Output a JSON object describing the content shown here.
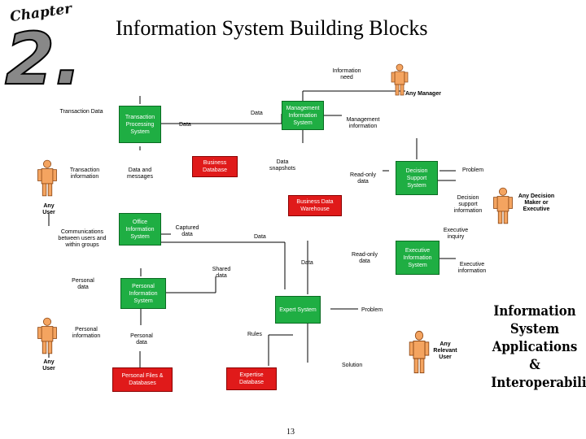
{
  "title": "Information System Building Blocks",
  "chapter_badge": {
    "word": "Chapter",
    "number": "2."
  },
  "page_number": "13",
  "apps_caption": [
    "Information",
    "System",
    "Applications &",
    "Interoperability"
  ],
  "colors": {
    "green_box": "#1fae43",
    "red_box": "#e01a1a",
    "line": "#000000",
    "person": "#f4a460"
  },
  "boxes": {
    "tps": "Transaction Processing System",
    "mis": "Management Information System",
    "business_db": "Business Database",
    "dss": "Decision Support System",
    "data_warehouse": "Business Data Warehouse",
    "ois": "Office Information System",
    "eis": "Executive Information System",
    "pis": "Personal Information System",
    "expert": "Expert System",
    "personal_files": "Personal Files & Databases",
    "expertise_db": "Expertise Database"
  },
  "labels": {
    "info_need": "Information need",
    "any_manager": "Any Manager",
    "transaction_data": "Transaction Data",
    "data_1": "Data",
    "data_2": "Data",
    "mgmt_info": "Management information",
    "transaction_info": "Transaction information",
    "data_messages": "Data and messages",
    "data_snapshots": "Data snapshots",
    "read_only_1": "Read-only data",
    "problem_1": "Problem",
    "decision_support_info": "Decision support information",
    "any_decision_maker": "Any Decision Maker or Executive",
    "any_user_1": "Any User",
    "communications": "Communications between users and within groups",
    "captured_data": "Captured data",
    "data_3": "Data",
    "executive_inquiry": "Executive inquiry",
    "read_only_2": "Read-only data",
    "data_4": "Data",
    "executive_info": "Executive information",
    "shared_data": "Shared data",
    "personal_data_1": "Personal data",
    "personal_info": "Personal information",
    "personal_data_2": "Personal data",
    "rules": "Rules",
    "problem_2": "Problem",
    "any_relevant_user": "Any Relevant User",
    "solution": "Solution",
    "any_user_2": "Any User"
  }
}
